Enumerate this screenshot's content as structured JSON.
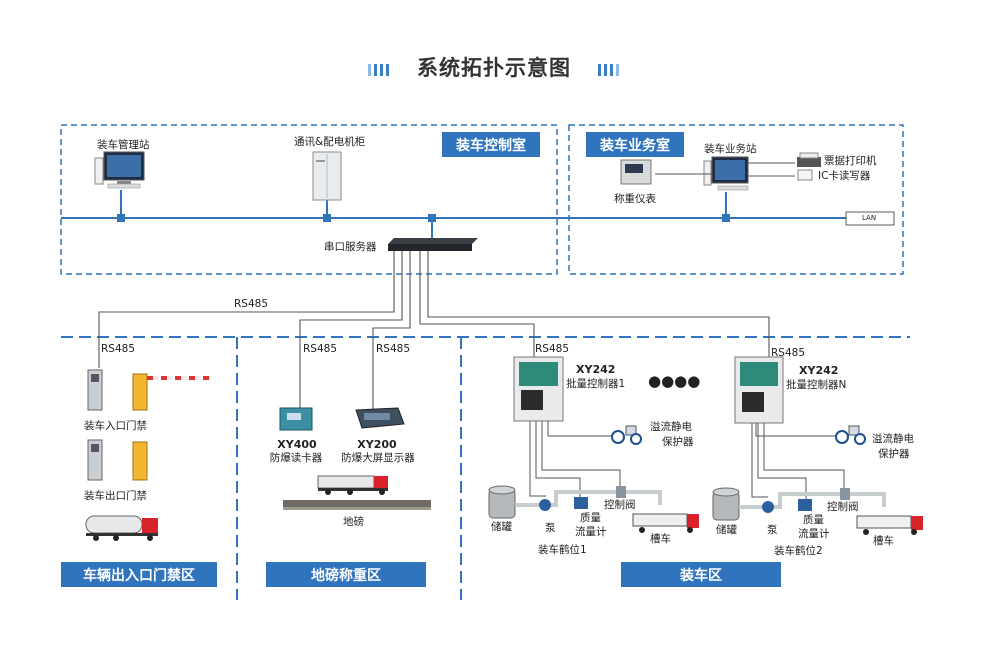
{
  "title": "系统拓扑示意图",
  "rooms": {
    "control_room": "装车控制室",
    "business_room": "装车业务室"
  },
  "zones": {
    "gate_zone": "车辆出入口门禁区",
    "scale_zone": "地磅称重区",
    "loading_zone": "装车区"
  },
  "devices": {
    "station": "装车管理站",
    "cabinet": "通讯&配电机柜",
    "serial_server": "串口服务器",
    "weigh_meter": "称重仪表",
    "business_station": "装车业务站",
    "printer": "票据打印机",
    "ic_rw": "IC卡读写器",
    "lan": "LAN"
  },
  "links": {
    "rs485_main": "RS485",
    "rs485_gate": "RS485",
    "rs485_reader": "RS485",
    "rs485_display": "RS485",
    "rs485_ctrl1": "RS485",
    "rs485_ctrln": "RS485"
  },
  "gate": {
    "entry": "装车入口门禁",
    "exit": "装车出口门禁"
  },
  "scale": {
    "reader_model": "XY400",
    "reader_name": "防爆读卡器",
    "display_model": "XY200",
    "display_name": "防爆大屏显示器",
    "weighbridge": "地磅"
  },
  "loading": {
    "ctrl1_model": "XY242",
    "ctrl1_name": "批量控制器1",
    "ctrln_model": "XY242",
    "ctrln_name": "批量控制器N",
    "dots": "●●●●",
    "esd1_a": "溢流静电",
    "esd1_b": "保护器",
    "esdn_a": "溢流静电",
    "esdn_b": "保护器",
    "tank1": "储罐",
    "pump1": "泵",
    "flow1_a": "质量",
    "flow1_b": "流量计",
    "valve1": "控制阀",
    "truck1": "槽车",
    "bay1": "装车鹤位1",
    "tank2": "储罐",
    "pump2": "泵",
    "flow2_a": "质量",
    "flow2_b": "流量计",
    "valve2": "控制阀",
    "truck2": "槽车",
    "bay2": "装车鹤位2"
  }
}
